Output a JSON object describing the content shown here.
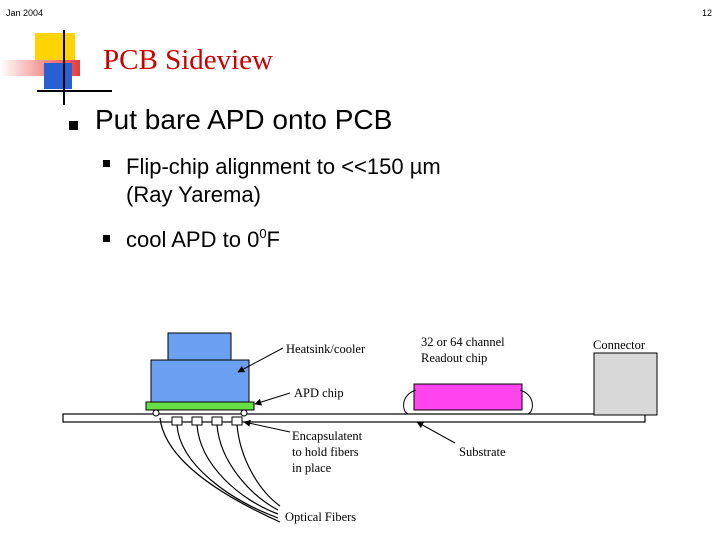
{
  "header": {
    "date": "Jan 2004",
    "page_number": "12"
  },
  "colors": {
    "title": "#cc0000",
    "deco_yellow": "#ffd400",
    "deco_blue": "#2a5fd3",
    "deco_red": "#e83a3a",
    "heatsink": "#6b9ff2",
    "apd_chip": "#6b9ff2",
    "apd_base": "#66dd44",
    "readout_chip": "#ff44ee",
    "connector": "#d8d8d8"
  },
  "slide": {
    "title": "PCB Sideview",
    "bullets": [
      {
        "text": "Put bare APD onto PCB"
      },
      {
        "text_line1": "Flip-chip alignment to <<150 µm",
        "text_line2": "(Ray Yarema)"
      },
      {
        "text": "cool APD to 0",
        "superscript": "0",
        "suffix": "F"
      }
    ]
  },
  "diagram": {
    "labels": {
      "heatsink": "Heatsink/cooler",
      "apd_chip": "APD chip",
      "readout_line1": "32 or 64 channel",
      "readout_line2": "Readout chip",
      "connector": "Connector",
      "encapsulant_line1": "Encapsulatent",
      "encapsulant_line2": "to hold fibers",
      "encapsulant_line3": "in place",
      "substrate": "Substrate",
      "optical_fibers": "Optical Fibers"
    }
  }
}
